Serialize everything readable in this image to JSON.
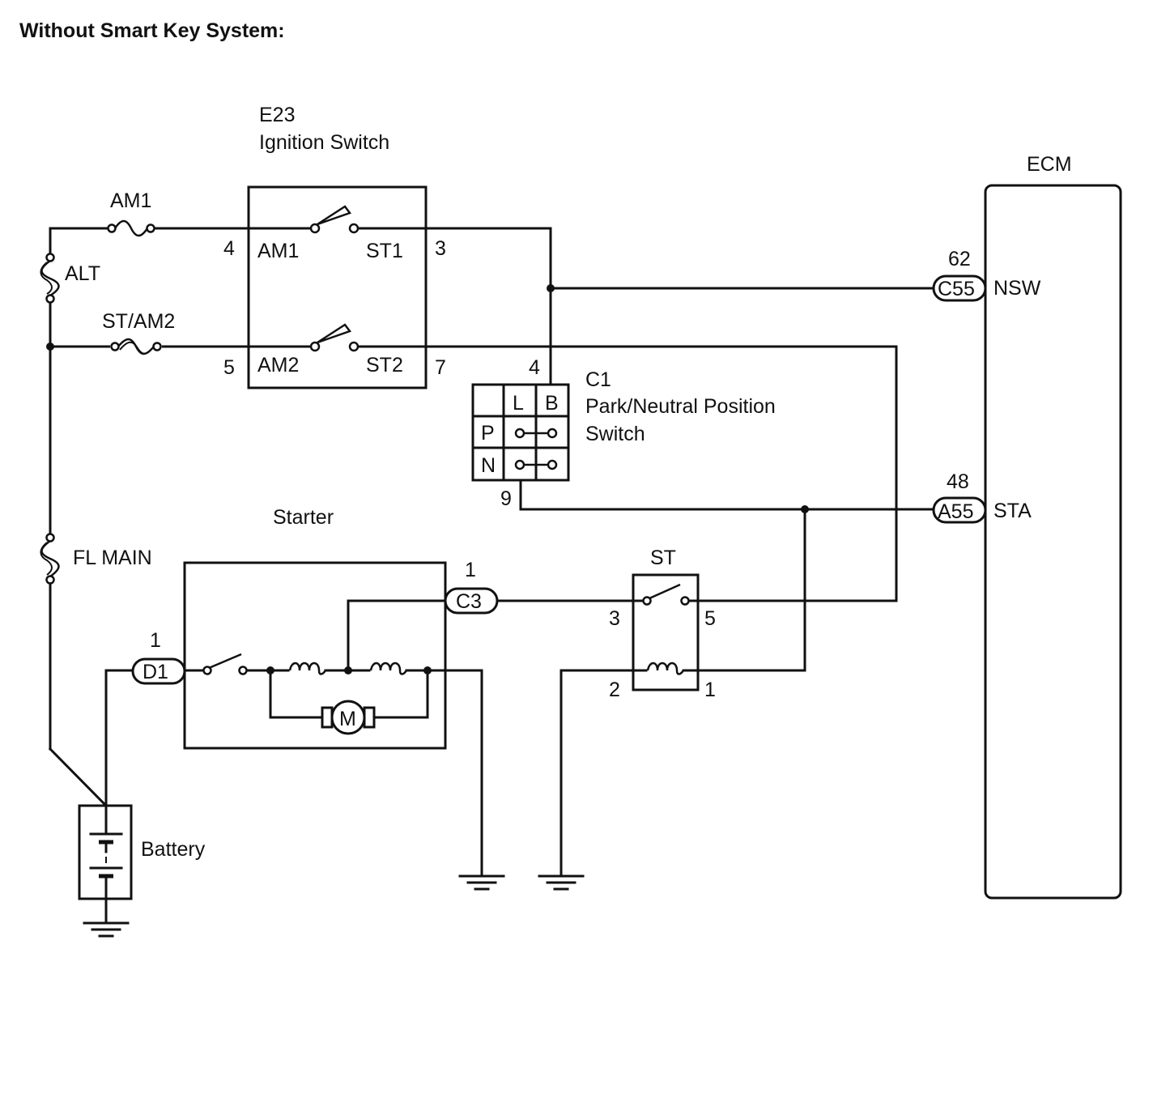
{
  "title": "Without Smart Key System:",
  "components": {
    "ignition_switch": {
      "code": "E23",
      "name": "Ignition Switch",
      "pins": {
        "am1": "AM1",
        "st1": "ST1",
        "am2": "AM2",
        "st2": "ST2",
        "p4": "4",
        "p3": "3",
        "p5": "5",
        "p7": "7"
      }
    },
    "ecm": {
      "name": "ECM",
      "nsw": {
        "pin": "62",
        "connector": "C55",
        "label": "NSW"
      },
      "sta": {
        "pin": "48",
        "connector": "A55",
        "label": "STA"
      }
    },
    "pnp_switch": {
      "code": "C1",
      "name_line1": "Park/Neutral Position",
      "name_line2": "Switch",
      "col_l": "L",
      "col_b": "B",
      "row_p": "P",
      "row_n": "N",
      "pin_top": "4",
      "pin_bottom": "9"
    },
    "fuses": {
      "am1": "AM1",
      "alt": "ALT",
      "st_am2": "ST/AM2",
      "fl_main": "FL MAIN"
    },
    "starter": {
      "name": "Starter",
      "motor": "M",
      "d1": {
        "connector": "D1",
        "pin": "1"
      },
      "c3": {
        "connector": "C3",
        "pin": "1"
      }
    },
    "st_relay": {
      "name": "ST",
      "pin3": "3",
      "pin5": "5",
      "pin2": "2",
      "pin1": "1"
    },
    "battery": {
      "name": "Battery"
    }
  }
}
